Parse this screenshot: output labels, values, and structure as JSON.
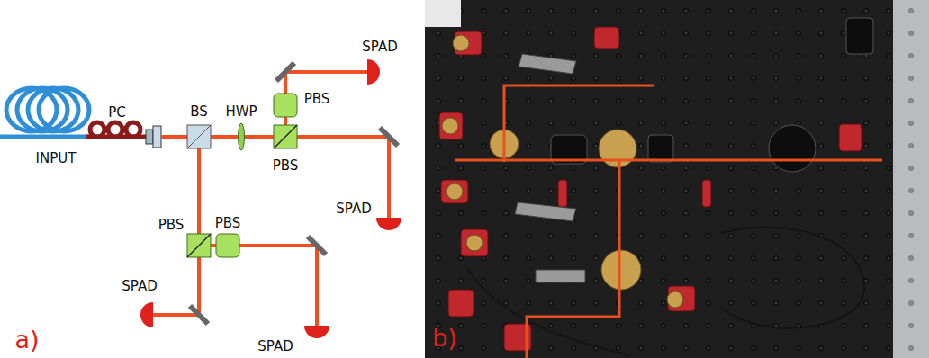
{
  "diagram": {
    "labels": [
      "PC",
      "BS",
      "HWP",
      "PBS",
      "SPAD",
      "INPUT",
      "PBS",
      "SPAD",
      "PBS",
      "PBS",
      "SPAD",
      "SPAD",
      "a)",
      "b)"
    ]
  }
}
